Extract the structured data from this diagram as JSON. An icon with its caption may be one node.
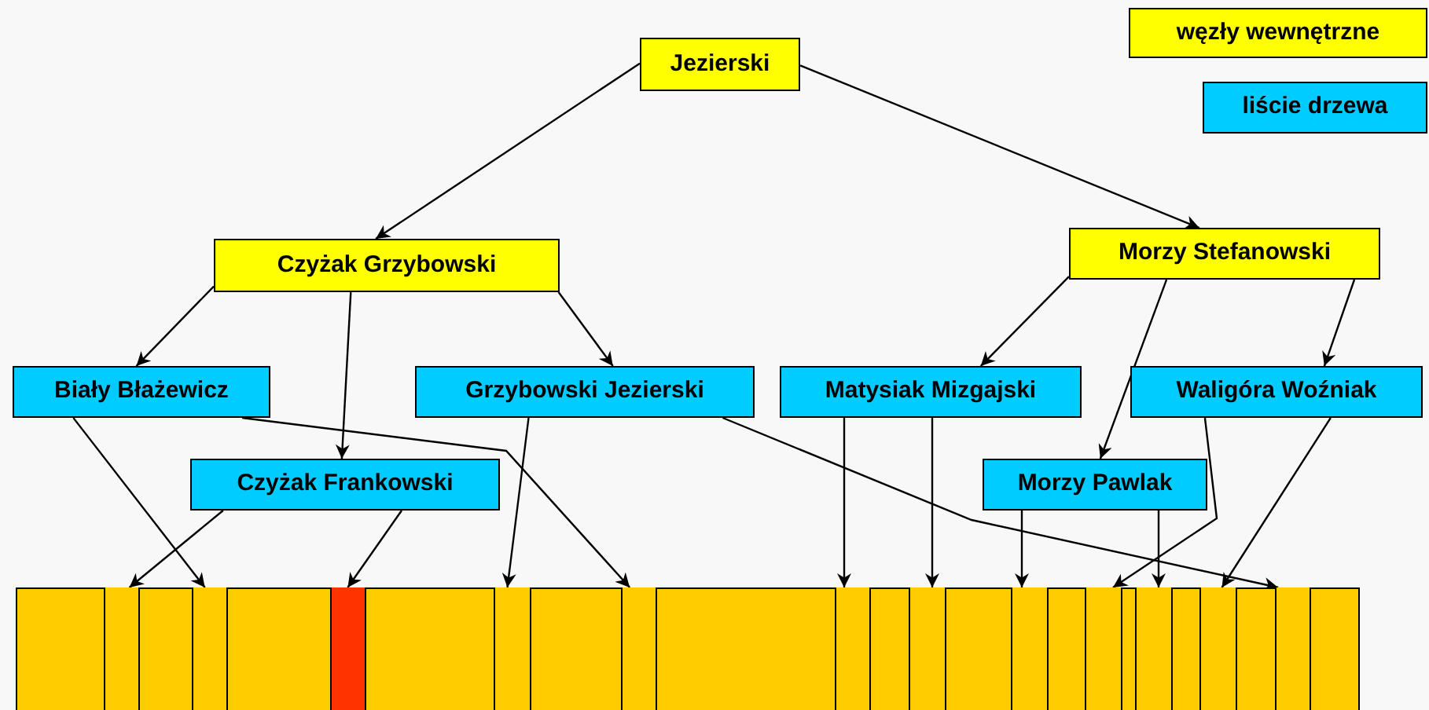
{
  "diagram": {
    "nodes": [
      {
        "text": [
          "Jezierski"
        ]
      },
      {
        "text": [
          "Czyżak Grzybowski"
        ]
      },
      {
        "text": [
          "Morzy Stefanowski"
        ]
      },
      {
        "text": [
          "Biały Błażewicz"
        ]
      },
      {
        "text": [
          "Grzybowski Jezierski"
        ]
      },
      {
        "text": [
          "Matysiak Mizgajski"
        ]
      },
      {
        "text": [
          "Waligóra Woźniak"
        ]
      },
      {
        "text": [
          "Czyżak Frankowski"
        ]
      },
      {
        "text": [
          "Morzy Pawlak"
        ]
      },
      {
        "text": [],
        "shape": "bar"
      },
      {
        "text": [],
        "shape": "box",
        "in": 9
      },
      {
        "text": [],
        "shape": "box",
        "in": 9
      },
      {
        "text": [],
        "shape": "box",
        "in": 9
      },
      {
        "text": [],
        "shape": "box",
        "in": 9
      },
      {
        "text": [],
        "shape": "box",
        "in": 9
      },
      {
        "text": [],
        "shape": "box",
        "in": 9
      },
      {
        "text": [],
        "shape": "box",
        "in": 9
      },
      {
        "text": [],
        "shape": "box",
        "in": 9
      },
      {
        "text": [],
        "shape": "box",
        "in": 9
      },
      {
        "text": [],
        "shape": "box",
        "in": 9
      },
      {
        "text": [],
        "shape": "box",
        "in": 9
      },
      {
        "text": [],
        "shape": "box",
        "in": 9
      }
    ],
    "edges": [
      {
        "from": 0,
        "to": 1,
        "arrow": "to"
      },
      {
        "from": 0,
        "to": 2,
        "arrow": "to"
      },
      {
        "from": 1,
        "to": 3,
        "arrow": "to"
      },
      {
        "from": 1,
        "to": 7,
        "arrow": "to"
      },
      {
        "from": 1,
        "to": 4,
        "arrow": "to"
      },
      {
        "from": 2,
        "to": 5,
        "arrow": "to"
      },
      {
        "from": 2,
        "to": 8,
        "arrow": "to"
      },
      {
        "from": 2,
        "to": 6,
        "arrow": "to"
      },
      {
        "from": 3,
        "to": 11,
        "arrow": "to"
      },
      {
        "from": 3,
        "to": 14,
        "arrow": "to"
      },
      {
        "from": 7,
        "to": 10,
        "arrow": "to"
      },
      {
        "from": 7,
        "to": 12,
        "arrow": "to"
      },
      {
        "from": 4,
        "to": 13,
        "arrow": "to"
      },
      {
        "from": 4,
        "to": 21,
        "arrow": "to"
      },
      {
        "from": 5,
        "to": 15,
        "arrow": "to"
      },
      {
        "from": 5,
        "to": 16,
        "arrow": "to"
      },
      {
        "from": 8,
        "to": 17,
        "arrow": "to"
      },
      {
        "from": 8,
        "to": 19,
        "arrow": "to"
      },
      {
        "from": 6,
        "to": 18,
        "arrow": "to"
      },
      {
        "from": 6,
        "to": 20,
        "arrow": "to"
      }
    ],
    "legend": [
      {
        "text": "węzły wewnętrzne",
        "color": "#ffff00"
      },
      {
        "text": "liście drzewa",
        "color": "#00ccff"
      }
    ]
  }
}
